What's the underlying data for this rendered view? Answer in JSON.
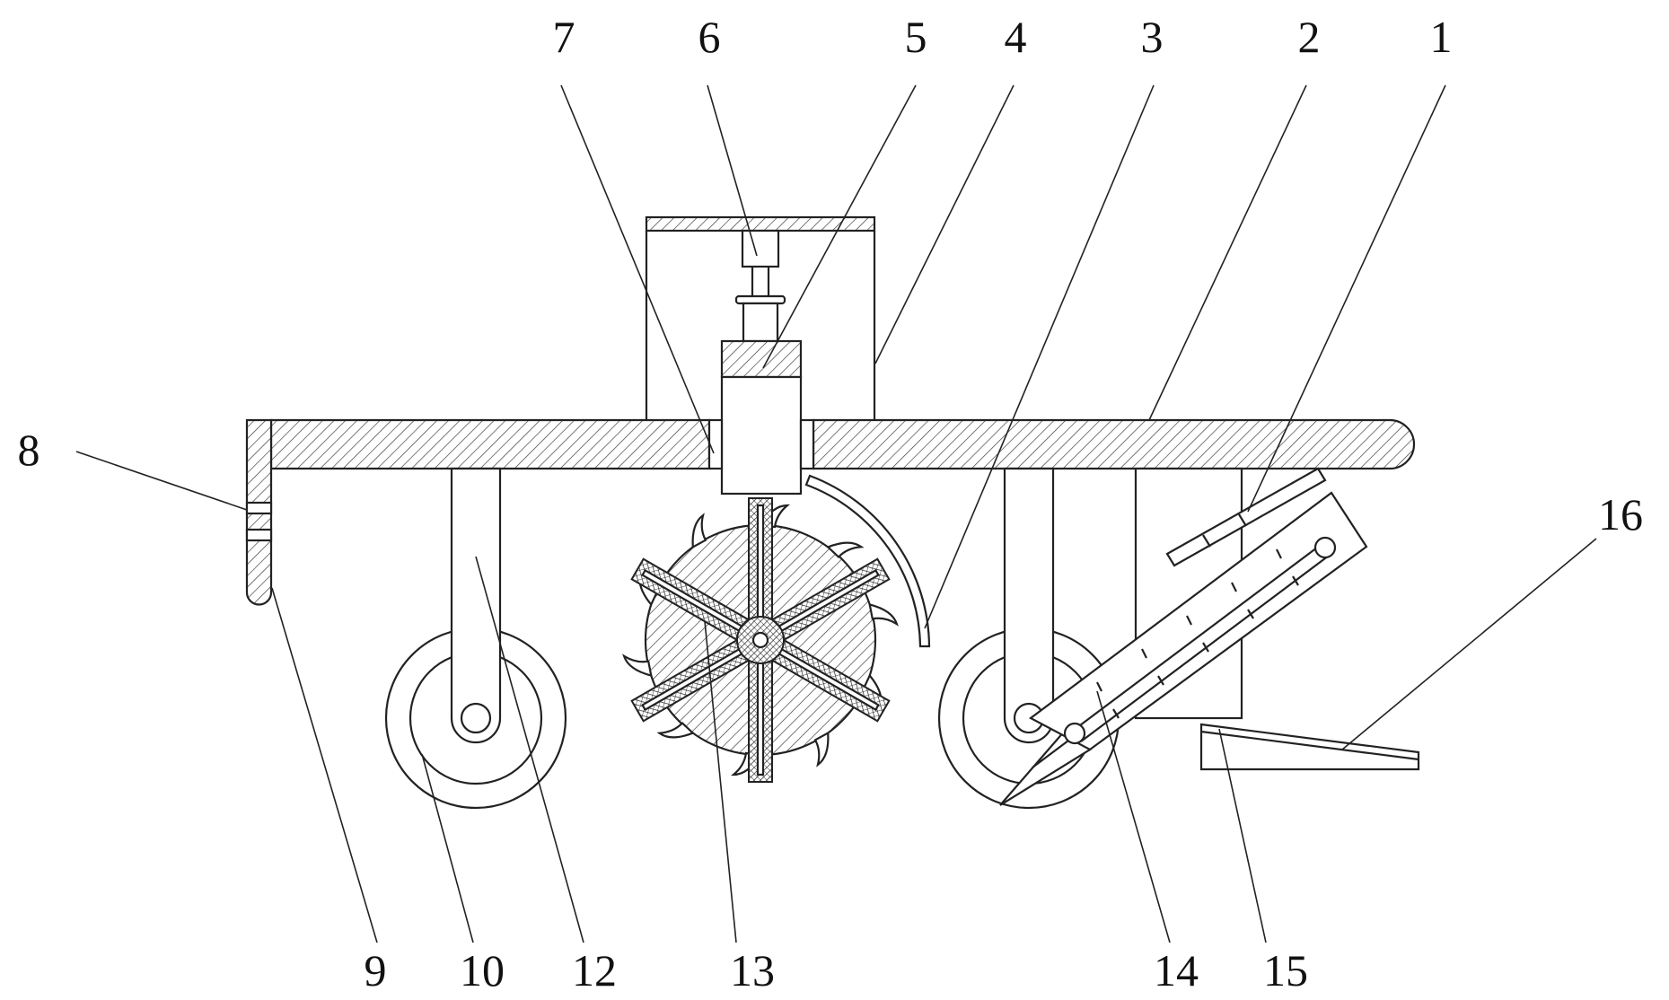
{
  "labels": {
    "l1": "1",
    "l2": "2",
    "l3": "3",
    "l4": "4",
    "l5": "5",
    "l6": "6",
    "l7": "7",
    "l8": "8",
    "l9": "9",
    "l10": "10",
    "l12": "12",
    "l13": "13",
    "l14": "14",
    "l15": "15",
    "l16": "16"
  },
  "colors": {
    "line": "#222222",
    "background": "#ffffff"
  }
}
